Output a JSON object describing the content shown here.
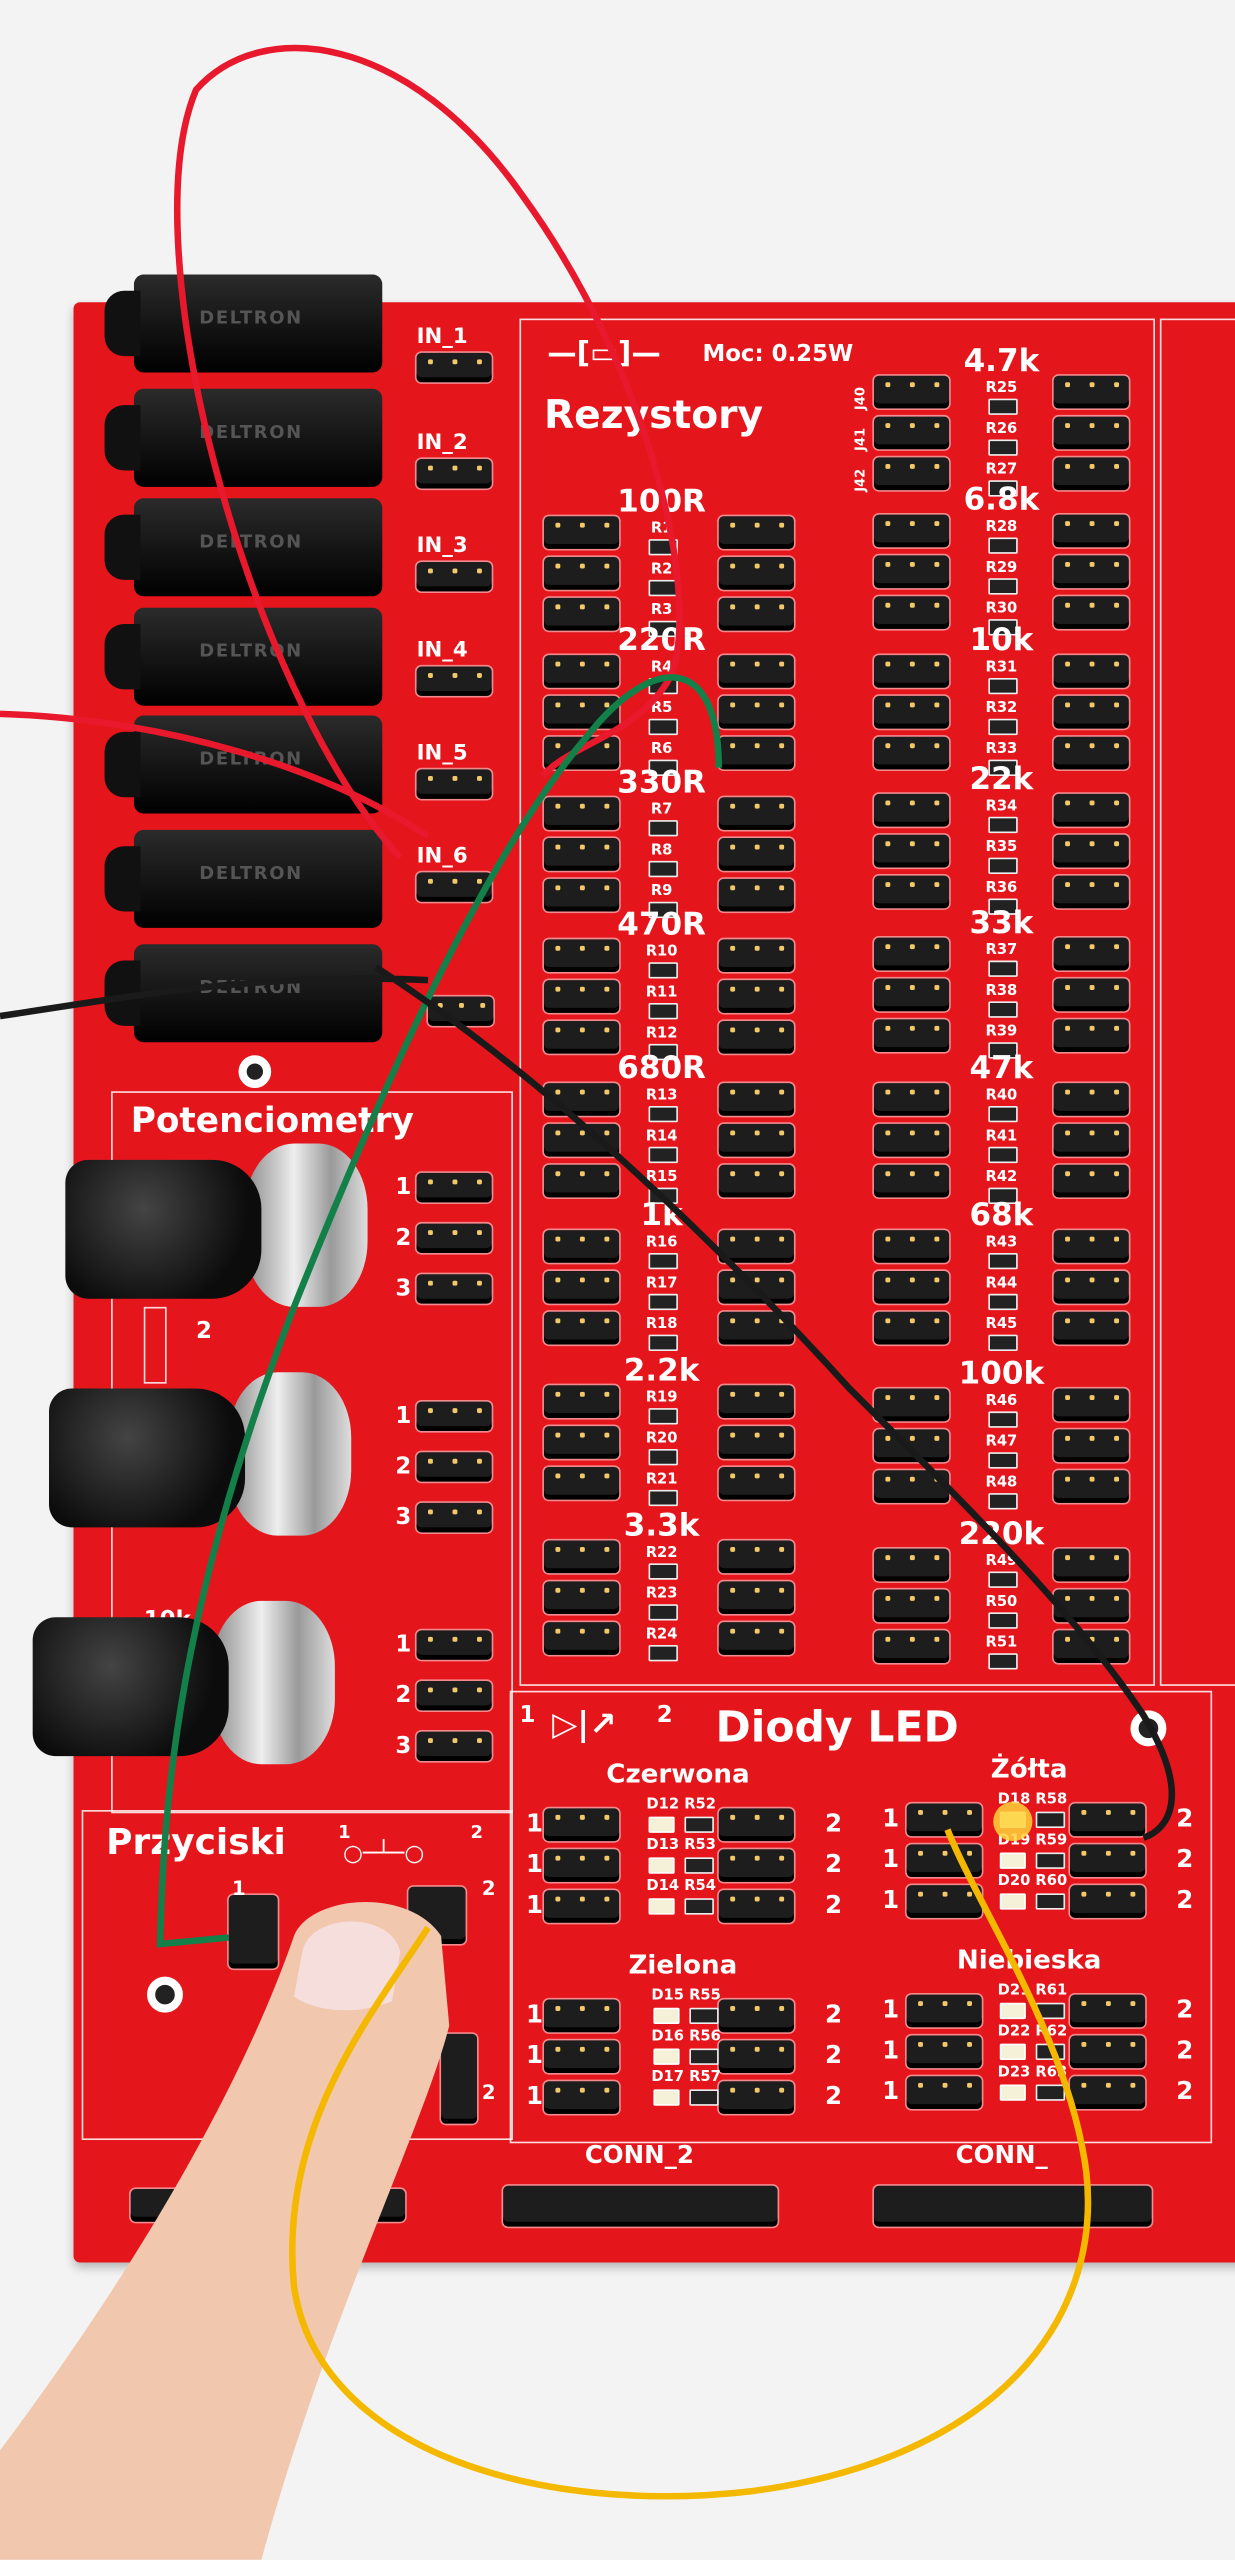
{
  "jacks": {
    "brand": [
      "DELTRON",
      "DELTRON",
      "DELTRON",
      "DELTRON",
      "DELTRON",
      "DELTRON",
      "DELTRON"
    ]
  },
  "inputs": [
    "IN_1",
    "IN_2",
    "IN_3",
    "IN_4",
    "IN_5",
    "IN_6"
  ],
  "resistors": {
    "title": "Rezystory",
    "power": "Moc: 0.25W",
    "header_refs": [
      "J40",
      "J41",
      "J42"
    ],
    "left_groups": [
      {
        "value": "100R",
        "refs": [
          "R1",
          "R2",
          "R3"
        ]
      },
      {
        "value": "220R",
        "refs": [
          "R4",
          "R5",
          "R6"
        ]
      },
      {
        "value": "330R",
        "refs": [
          "R7",
          "R8",
          "R9"
        ]
      },
      {
        "value": "470R",
        "refs": [
          "R10",
          "R11",
          "R12"
        ]
      },
      {
        "value": "680R",
        "refs": [
          "R13",
          "R14",
          "R15"
        ]
      },
      {
        "value": "1k",
        "refs": [
          "R16",
          "R17",
          "R18"
        ]
      },
      {
        "value": "2.2k",
        "refs": [
          "R19",
          "R20",
          "R21"
        ]
      },
      {
        "value": "3.3k",
        "refs": [
          "R22",
          "R23",
          "R24"
        ]
      }
    ],
    "right_groups": [
      {
        "value": "4.7k",
        "refs": [
          "R25",
          "R26",
          "R27"
        ]
      },
      {
        "value": "6.8k",
        "refs": [
          "R28",
          "R29",
          "R30"
        ]
      },
      {
        "value": "10k",
        "refs": [
          "R31",
          "R32",
          "R33"
        ]
      },
      {
        "value": "22k",
        "refs": [
          "R34",
          "R35",
          "R36"
        ]
      },
      {
        "value": "33k",
        "refs": [
          "R37",
          "R38",
          "R39"
        ]
      },
      {
        "value": "47k",
        "refs": [
          "R40",
          "R41",
          "R42"
        ]
      },
      {
        "value": "68k",
        "refs": [
          "R43",
          "R44",
          "R45"
        ]
      },
      {
        "value": "100k",
        "refs": [
          "R46",
          "R47",
          "R48"
        ]
      },
      {
        "value": "220k",
        "refs": [
          "R49",
          "R50",
          "R51"
        ]
      }
    ]
  },
  "potentiometers": {
    "title": "Potenciometry",
    "pins": [
      "1",
      "2",
      "3"
    ],
    "symbol_pin": "2",
    "value": "10k"
  },
  "buttons": {
    "title": "Przyciski",
    "pin1": "1",
    "pin2": "2"
  },
  "leds": {
    "title": "Diody LED",
    "symbol_pin1": "1",
    "symbol_pin2": "2",
    "pin1": "1",
    "pin2": "2",
    "groups": [
      {
        "color": "Czerwona",
        "refs": [
          "D12 R52",
          "D13 R53",
          "D14 R54"
        ]
      },
      {
        "color": "Żółta",
        "refs": [
          "D18 R58",
          "D19 R59",
          "D20 R60"
        ]
      },
      {
        "color": "Zielona",
        "refs": [
          "D15 R55",
          "D16 R56",
          "D17 R57"
        ]
      },
      {
        "color": "Niebieska",
        "refs": [
          "D21 R61",
          "D22 R62",
          "D23 R63"
        ]
      }
    ]
  },
  "connectors": [
    "CONN_2",
    "CONN_"
  ],
  "colors": {
    "board": "#e5151c",
    "led_on": "#ffd23a",
    "wire_red": "#e8192c",
    "wire_green": "#13804a",
    "wire_black": "#1a1a1a",
    "wire_yellow": "#f5b800"
  }
}
